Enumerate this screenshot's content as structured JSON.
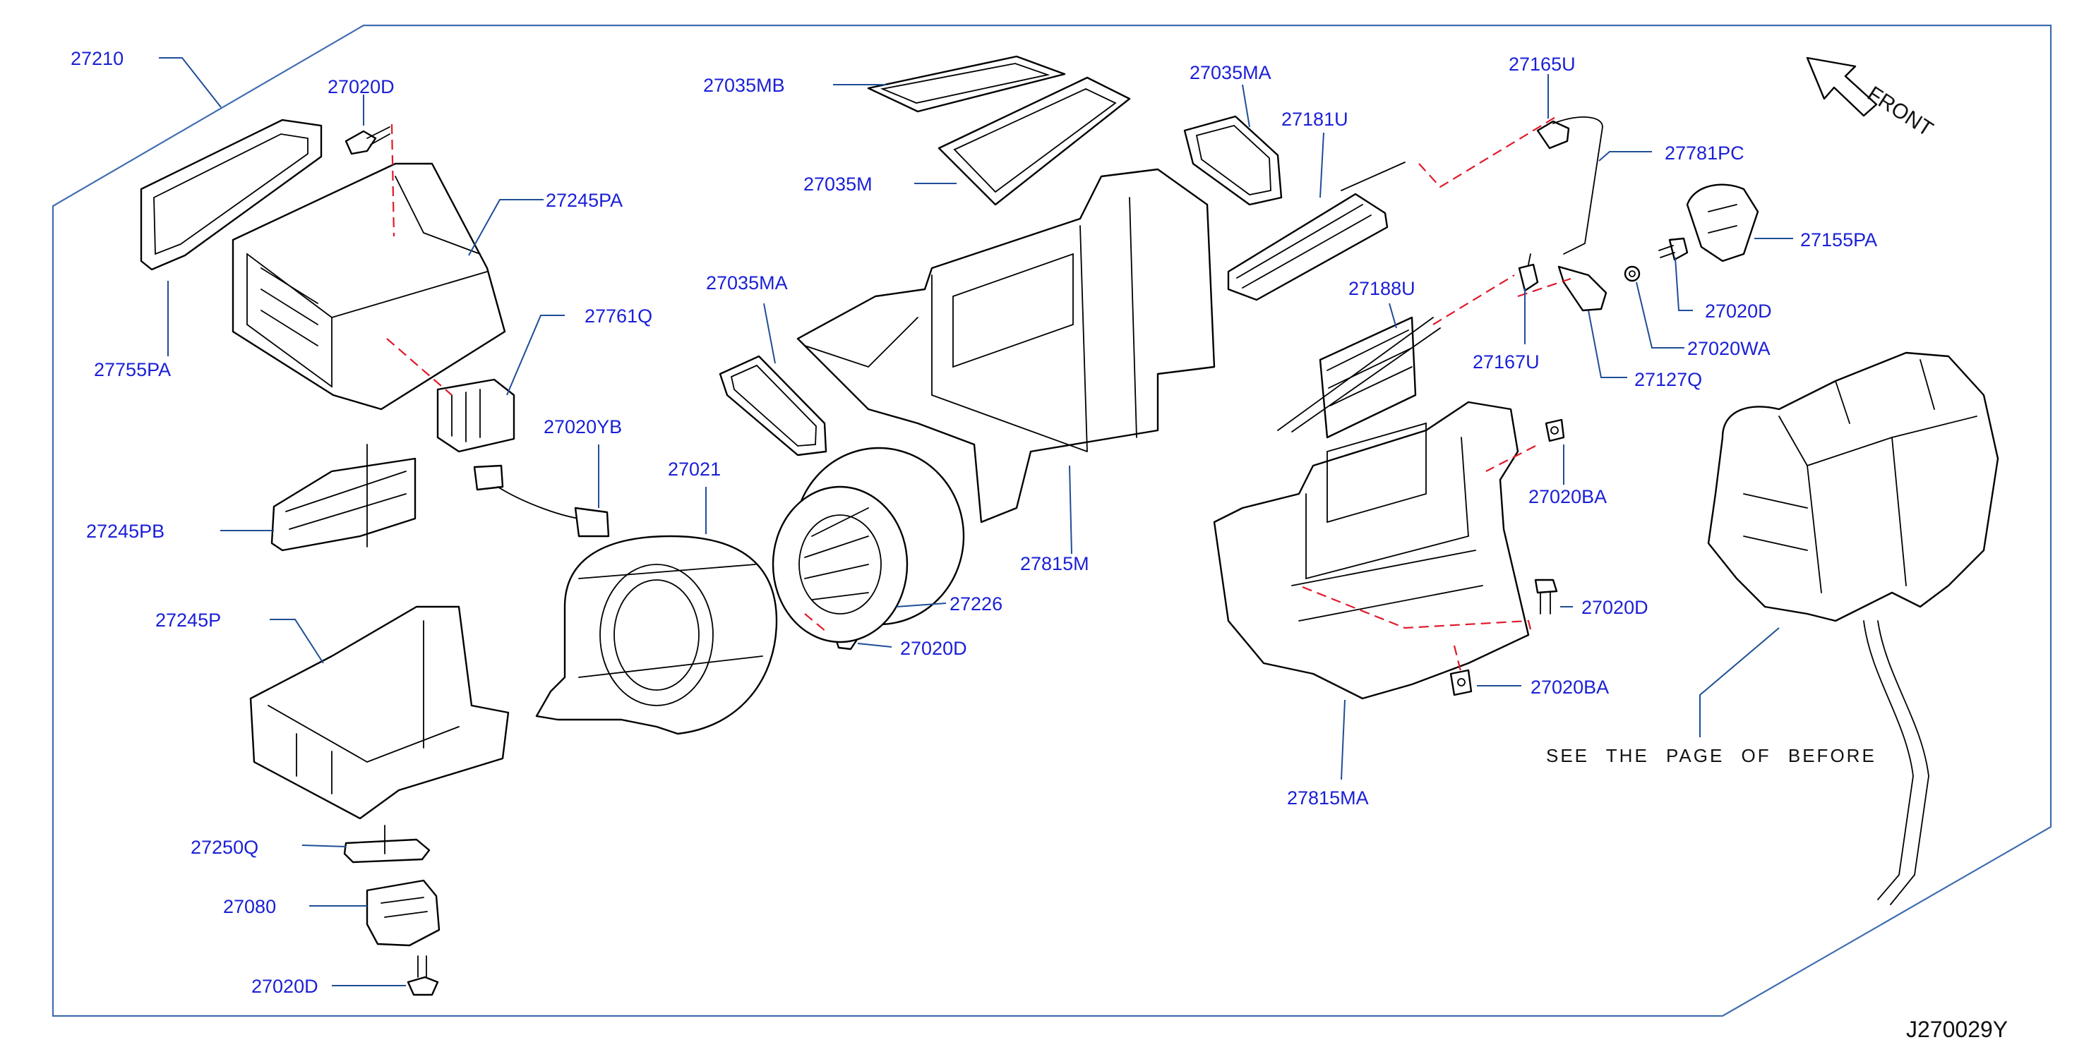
{
  "diagram": {
    "drawing_code": "J270029Y",
    "front_label": "FRONT",
    "note": "SEE THE PAGE OF BEFORE",
    "part_labels": {
      "p27210": "27210",
      "p27020D_a": "27020D",
      "p27245PA": "27245PA",
      "p27755PA": "27755PA",
      "p27761Q": "27761Q",
      "p27020YB": "27020YB",
      "p27245PB": "27245PB",
      "p27245P": "27245P",
      "p27250Q": "27250Q",
      "p27080": "27080",
      "p27020D_b": "27020D",
      "p27035MB": "27035MB",
      "p27035M": "27035M",
      "p27035MA_a": "27035MA",
      "p27035MA_b": "27035MA",
      "p27021": "27021",
      "p27226": "27226",
      "p27020D_c": "27020D",
      "p27815M": "27815M",
      "p27181U": "27181U",
      "p27165U": "27165U",
      "p27781PC": "27781PC",
      "p27155PA": "27155PA",
      "p27020D_d": "27020D",
      "p27020WA": "27020WA",
      "p27127Q": "27127Q",
      "p27167U": "27167U",
      "p27188U": "27188U",
      "p27020BA_a": "27020BA",
      "p27020D_e": "27020D",
      "p27020BA_b": "27020BA",
      "p27815MA": "27815MA"
    },
    "colors": {
      "label_text": "#1a1fd6",
      "leader_line": "#1f4e96",
      "frame": "#3f6db0",
      "reference_dash": "#e0192b",
      "part_outline": "#000000"
    }
  }
}
